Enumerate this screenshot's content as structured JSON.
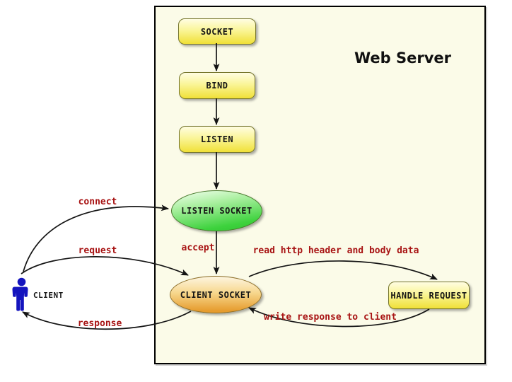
{
  "diagram": {
    "title": "Web Server",
    "nodes": {
      "socket": {
        "label": "SOCKET"
      },
      "bind": {
        "label": "BIND"
      },
      "listen": {
        "label": "LISTEN"
      },
      "listen_socket": {
        "label": "LISTEN SOCKET"
      },
      "client_socket": {
        "label": "CLIENT SOCKET"
      },
      "handle_request": {
        "label": "HANDLE REQUEST"
      },
      "client": {
        "label": "CLIENT"
      }
    },
    "edges": {
      "connect": {
        "label": "connect"
      },
      "request": {
        "label": "request"
      },
      "response": {
        "label": "response"
      },
      "accept": {
        "label": "accept"
      },
      "read_http": {
        "label": "read http header and body data"
      },
      "write_response": {
        "label": "write response to client"
      }
    },
    "colors": {
      "container_bg": "#fbfbe8",
      "box_fill_top": "#fffde2",
      "box_fill_bottom": "#f0e038",
      "box_border": "#75752c",
      "green_fill_top": "#f4fff0",
      "green_fill_bottom": "#32c232",
      "green_border": "#49792c",
      "orange_fill_top": "#fdf5e0",
      "orange_fill_bottom": "#e69c2e",
      "orange_border": "#8d6f2a",
      "edge_label_red": "#a81414",
      "client_blue": "#1414be",
      "arrow_black": "#141414"
    }
  }
}
